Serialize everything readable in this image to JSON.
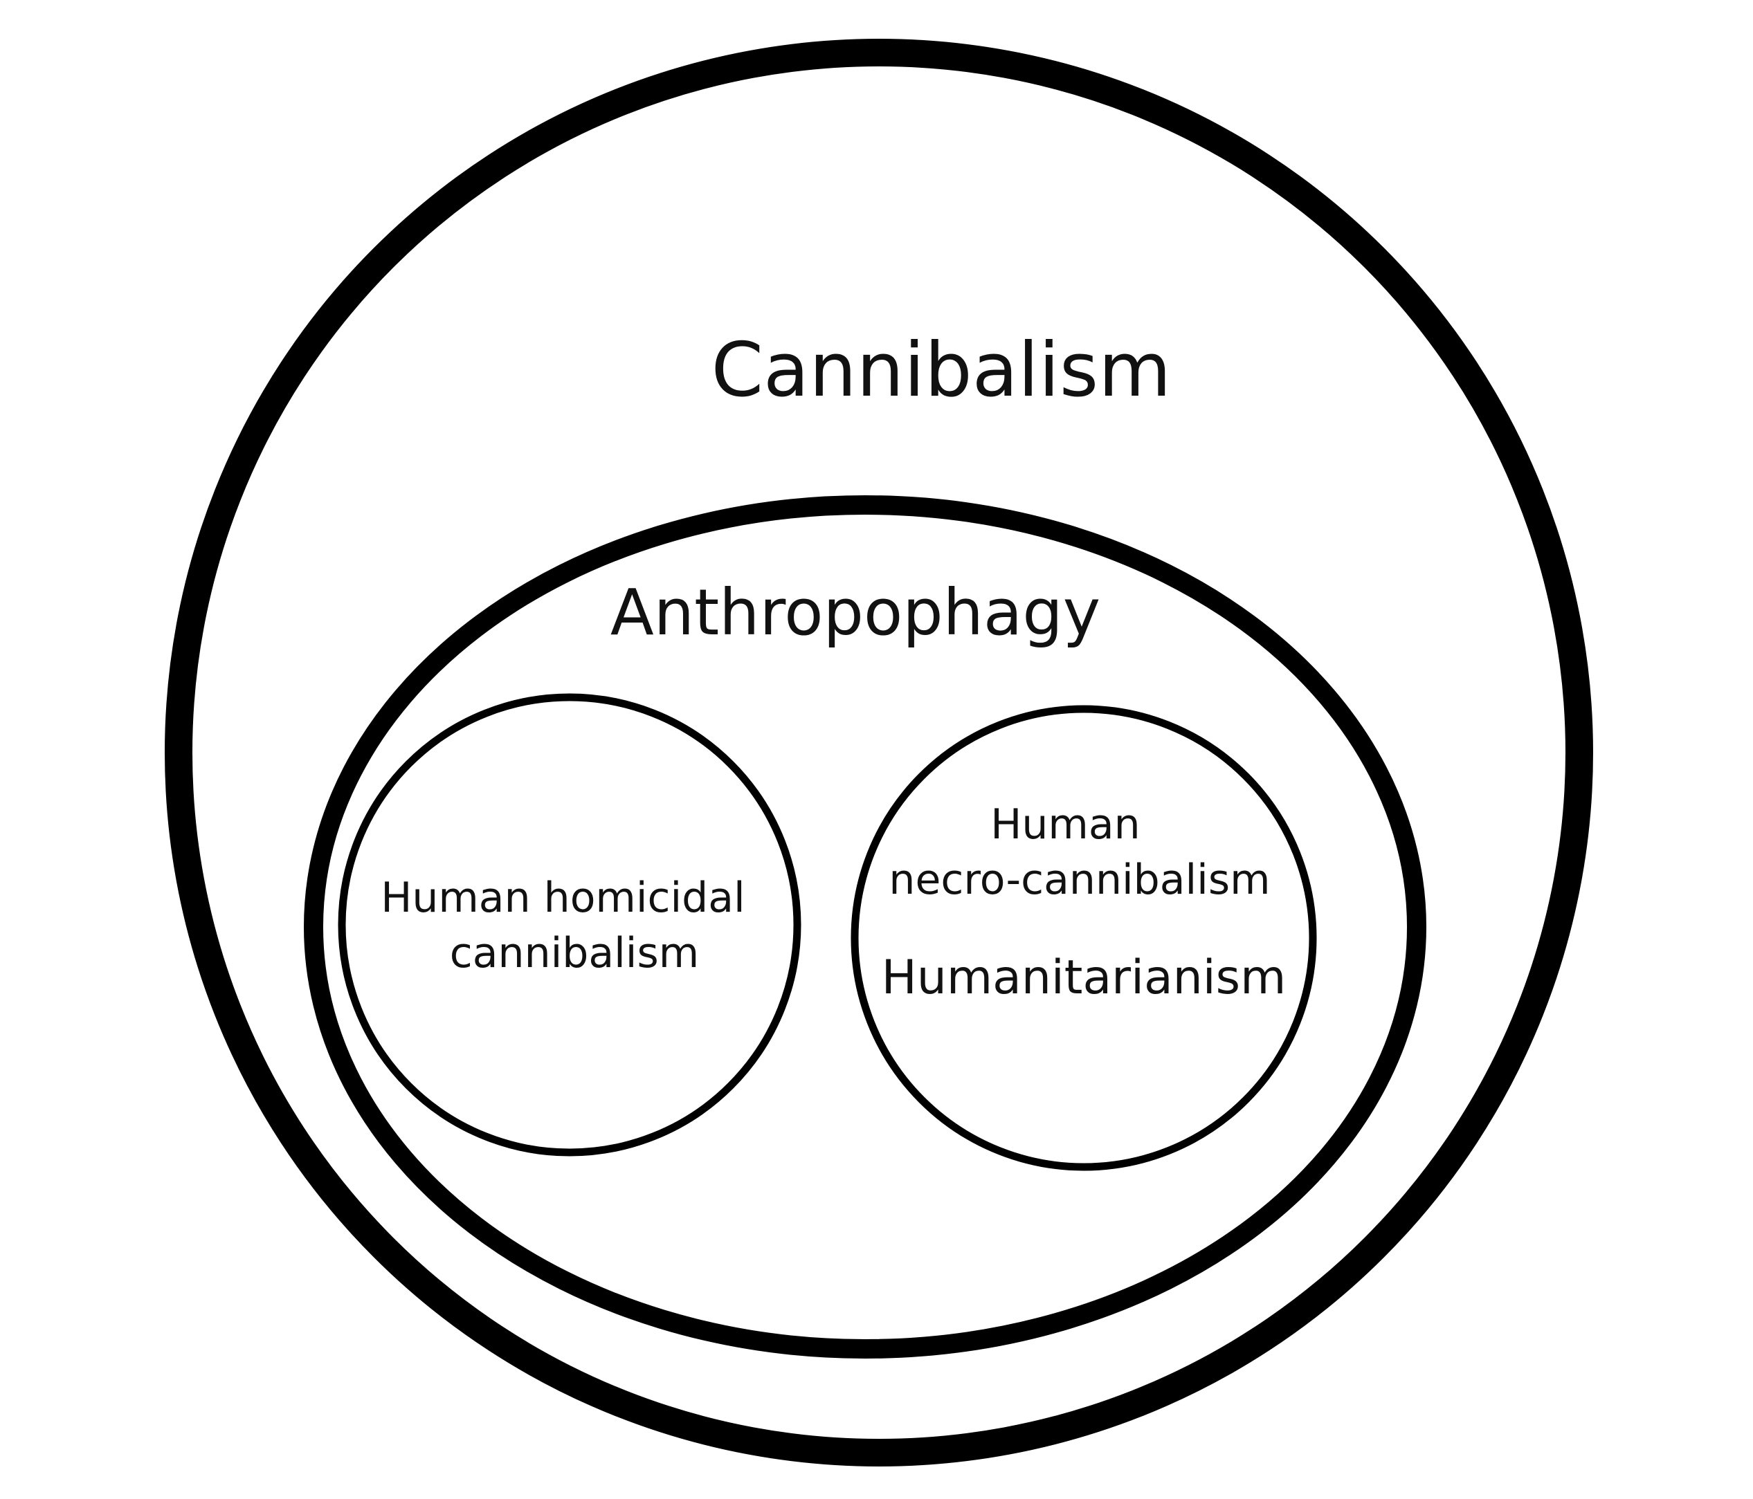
{
  "diagram": {
    "type": "nested-set-diagram",
    "sets": [
      {
        "id": "cannibalism",
        "label": "Cannibalism",
        "contains": [
          "anthropophagy"
        ]
      },
      {
        "id": "anthropophagy",
        "label": "Anthropophagy",
        "contains": [
          "homicidal",
          "necro"
        ]
      },
      {
        "id": "homicidal",
        "label_lines": [
          "Human homicidal",
          "cannibalism"
        ]
      },
      {
        "id": "necro",
        "label_lines": [
          "Human",
          "necro-cannibalism"
        ],
        "sub_label": "Humanitarianism"
      }
    ],
    "colors": {
      "stroke": "#000000",
      "text": "#111111",
      "background": "#ffffff"
    }
  }
}
